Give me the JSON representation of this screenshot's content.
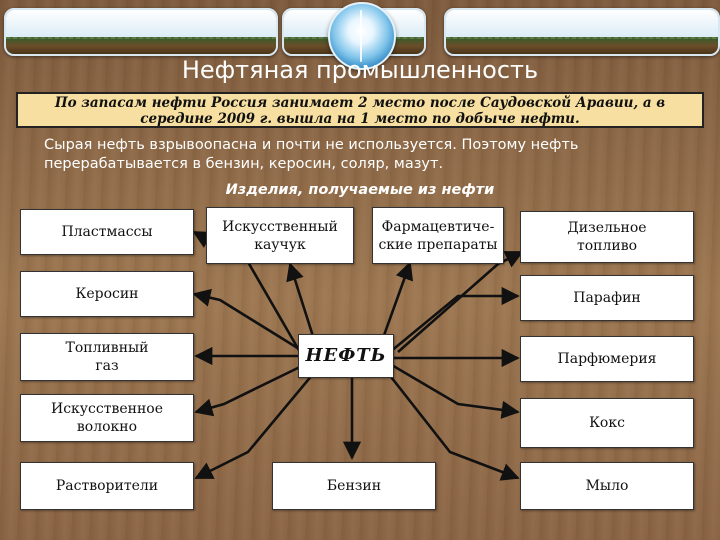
{
  "title": "Нефтяная промышленность",
  "intro": "По запасам нефти Россия занимает 2 место после Саудовской Аравии, а в середине 2009 г. вышла на 1 место по добыче нефти.",
  "description": "Сырая нефть взрывоопасна и почти не используется. Поэтому нефть перерабатывается в бензин, керосин, соляр, мазут.",
  "subtitle": "Изделия, получаемые из нефти",
  "center": "НЕФТЬ",
  "products": {
    "plastics": "Пластмассы",
    "rubber": "Искусственный\nкаучук",
    "pharma": "Фармацевтиче-\nские препараты",
    "diesel": "Дизельное\nтопливо",
    "kerosene": "Керосин",
    "paraffin": "Парафин",
    "fuel_gas": "Топливный\nгаз",
    "perfumery": "Парфюмерия",
    "fiber": "Искусственное\nволокно",
    "coke": "Кокс",
    "solvents": "Растворители",
    "gasoline": "Бензин",
    "soap": "Мыло"
  }
}
